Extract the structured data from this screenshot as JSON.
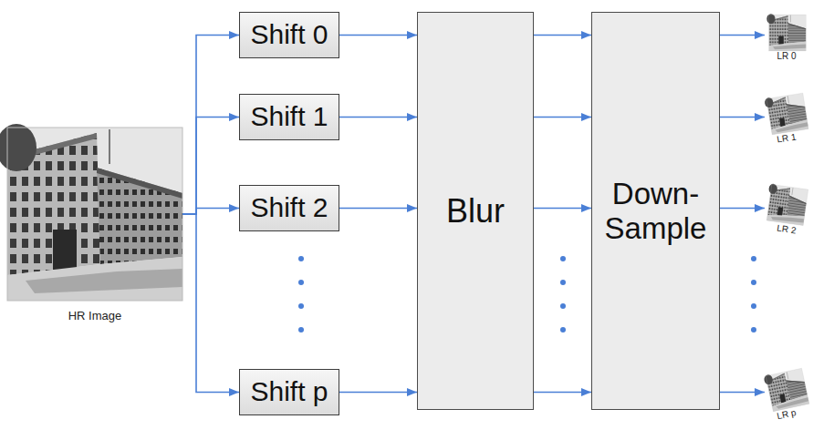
{
  "diagram": {
    "nodes": [
      {
        "text": [
          "HR Image"
        ]
      },
      {
        "text": [
          "Shift 0"
        ]
      },
      {
        "text": [
          "Shift 1"
        ]
      },
      {
        "text": [
          "Shift 2"
        ]
      },
      {
        "text": [
          "Shift p"
        ]
      },
      {
        "text": [
          "Blur"
        ]
      },
      {
        "text": [
          "Down-Sample"
        ]
      },
      {
        "text": [
          "LR 0"
        ]
      },
      {
        "text": [
          "LR 1"
        ]
      },
      {
        "text": [
          "LR 2"
        ]
      },
      {
        "text": [
          "LR p"
        ]
      }
    ],
    "edges": [
      {
        "from": 0,
        "to": 1,
        "arrow": "to"
      },
      {
        "from": 0,
        "to": 2,
        "arrow": "to"
      },
      {
        "from": 0,
        "to": 3,
        "arrow": "to"
      },
      {
        "from": 0,
        "to": 4,
        "arrow": "to"
      },
      {
        "from": 1,
        "to": 5,
        "arrow": "to"
      },
      {
        "from": 2,
        "to": 5,
        "arrow": "to"
      },
      {
        "from": 3,
        "to": 5,
        "arrow": "to"
      },
      {
        "from": 4,
        "to": 5,
        "arrow": "to"
      },
      {
        "from": 5,
        "to": 6,
        "arrow": "to"
      },
      {
        "from": 5,
        "to": 6,
        "arrow": "to"
      },
      {
        "from": 5,
        "to": 6,
        "arrow": "to"
      },
      {
        "from": 5,
        "to": 6,
        "arrow": "to"
      },
      {
        "from": 6,
        "to": 7,
        "arrow": "to"
      },
      {
        "from": 6,
        "to": 8,
        "arrow": "to"
      },
      {
        "from": 6,
        "to": 9,
        "arrow": "to"
      },
      {
        "from": 6,
        "to": 10,
        "arrow": "to"
      }
    ]
  }
}
